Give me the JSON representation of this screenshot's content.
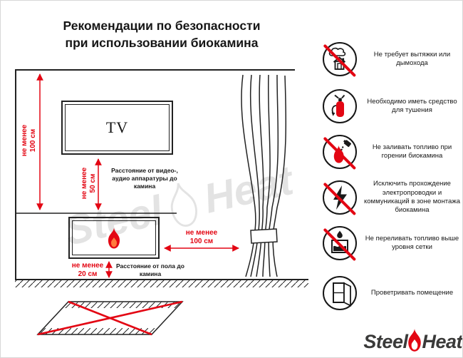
{
  "title": {
    "line1": "Рекомендации по безопасности",
    "line2": "при использовании биокамина"
  },
  "diagram": {
    "tv_label": "TV",
    "dim_wall_to_fireplace": "не менее 100 см",
    "dim_tv_to_fireplace": "не менее 50 см",
    "dim_fireplace_to_curtain": "не менее 100 см",
    "dim_floor_to_fireplace": "не менее 20 см",
    "note_av_distance": "Расстояние от видео-, аудио аппаратуры до камина",
    "note_floor_distance": "Расстояние от пола до камина"
  },
  "recommendations": [
    {
      "icon": "no-chimney-icon",
      "crossed": true,
      "text": "Не требует вытяжки или дымохода"
    },
    {
      "icon": "fire-extinguisher-icon",
      "crossed": false,
      "text": "Необходимо иметь средство для тушения"
    },
    {
      "icon": "no-refueling-while-burning-icon",
      "crossed": true,
      "text": "Не заливать топливо при горении биокамина"
    },
    {
      "icon": "no-electrical-wiring-icon",
      "crossed": true,
      "text": "Исключить прохождение электропроводки и коммуникаций в зоне монтажа биокамина"
    },
    {
      "icon": "no-overfilling-fuel-icon",
      "crossed": true,
      "text": "Не переливать топливо выше уровня сетки"
    },
    {
      "icon": "ventilate-room-icon",
      "crossed": false,
      "text": "Проветривать помещение"
    }
  ],
  "brand": {
    "part1": "Steel",
    "part2": "Heat"
  },
  "watermark": {
    "part1": "Steel",
    "part2": "Heat"
  },
  "colors": {
    "accent_red": "#e30613",
    "line_black": "#1f1f1f"
  }
}
